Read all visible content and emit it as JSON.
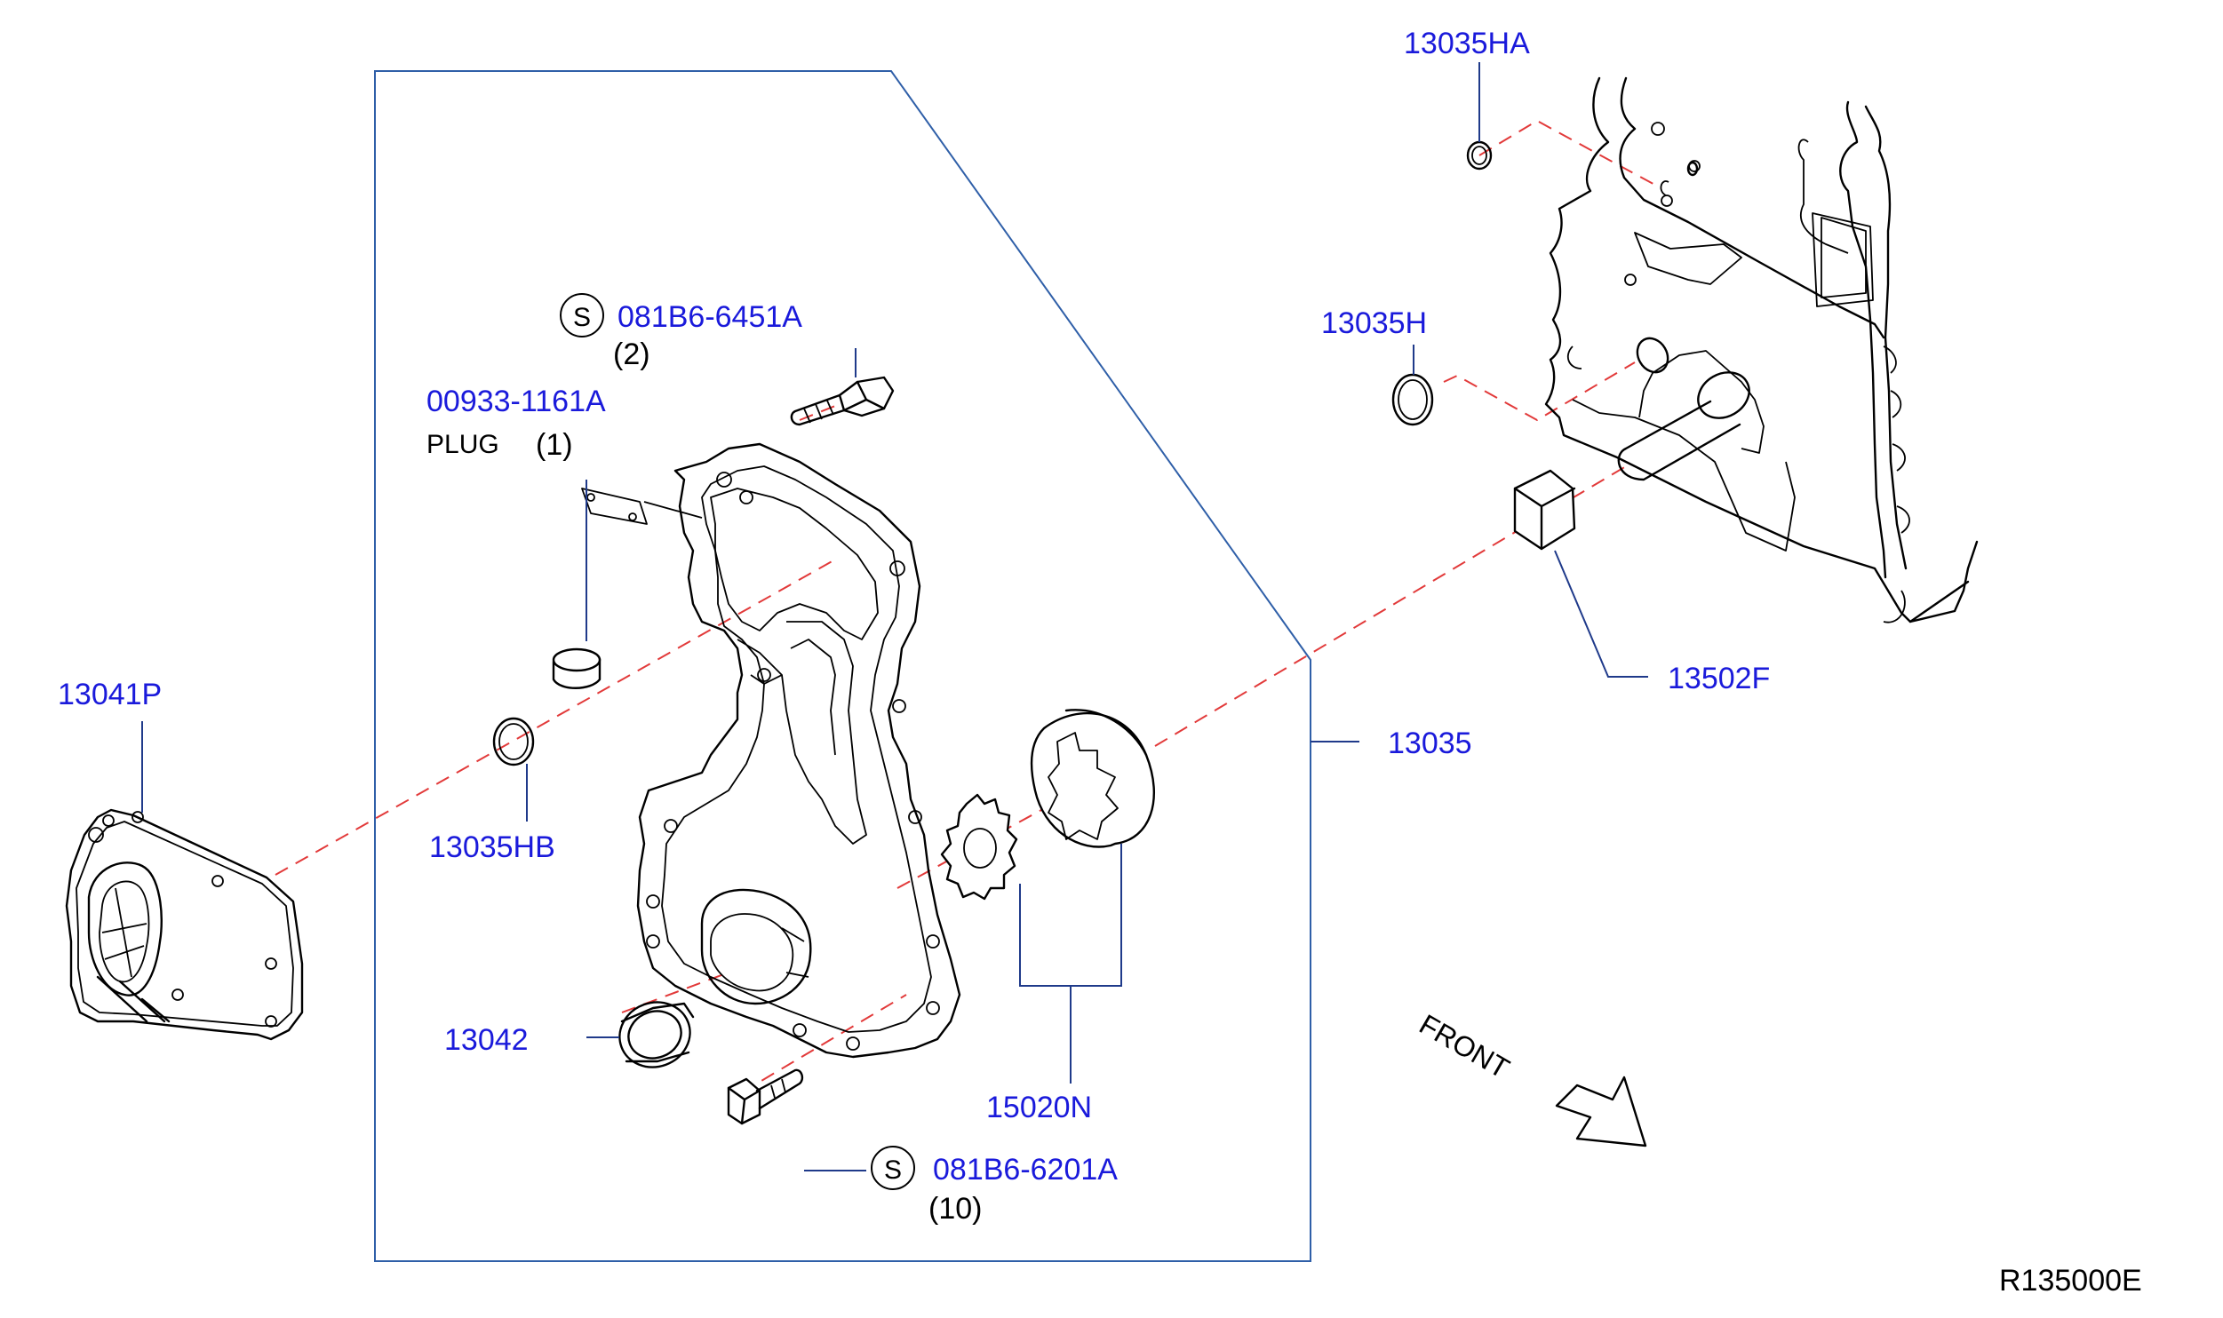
{
  "diagram": {
    "ref_code": "R135000E",
    "front_label": "FRONT",
    "service_symbol": "S",
    "parts": {
      "p13035HA": "13035HA",
      "p13035H": "13035H",
      "p13502F": "13502F",
      "p13035": "13035",
      "p13041P": "13041P",
      "p13035HB": "13035HB",
      "p13042": "13042",
      "p15020N": "15020N",
      "bolt_upper": "081B6-6451A",
      "bolt_upper_qty": "(2)",
      "bolt_lower": "081B6-6201A",
      "bolt_lower_qty": "(10)",
      "plug_pn": "00933-1161A",
      "plug_name": "PLUG",
      "plug_qty": "(1)"
    },
    "colors": {
      "part_number": "#1a1adb",
      "leader": "#1f3a8a",
      "frame": "#2f5fa8",
      "centerline": "#e23a3a"
    }
  }
}
